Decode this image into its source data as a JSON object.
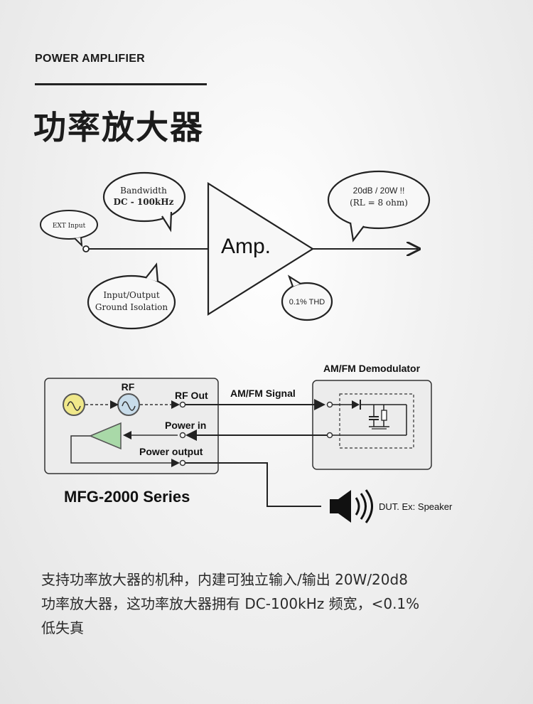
{
  "header": {
    "section_label": "POWER AMPLIFIER",
    "title": "功率放大器"
  },
  "amp_diagram": {
    "amp_label": "Amp.",
    "ext_input": "EXT Input",
    "bandwidth_line1": "Bandwidth",
    "bandwidth_line2": "DC - 100kHz",
    "isolation_line1": "Input/Output",
    "isolation_line2": "Ground Isolation",
    "power_line1": "20dB / 20W !!",
    "power_line2": "(RL = 8 ohm)",
    "thd": "0.1% THD"
  },
  "system_diagram": {
    "rf_label": "RF",
    "rf_out": "RF Out",
    "power_in": "Power in",
    "power_output": "Power output",
    "signal_label": "AM/FM Signal",
    "demod_title": "AM/FM Demodulator",
    "device_name": "MFG-2000 Series",
    "dut_label": "DUT. Ex: Speaker"
  },
  "description": {
    "line1": "支持功率放大器的机种，内建可独立输入/输出 20W/20d8",
    "line2": "功率放大器，这功率放大器拥有 DC-100kHz 频宽，<0.1%",
    "line3": "低失真"
  }
}
